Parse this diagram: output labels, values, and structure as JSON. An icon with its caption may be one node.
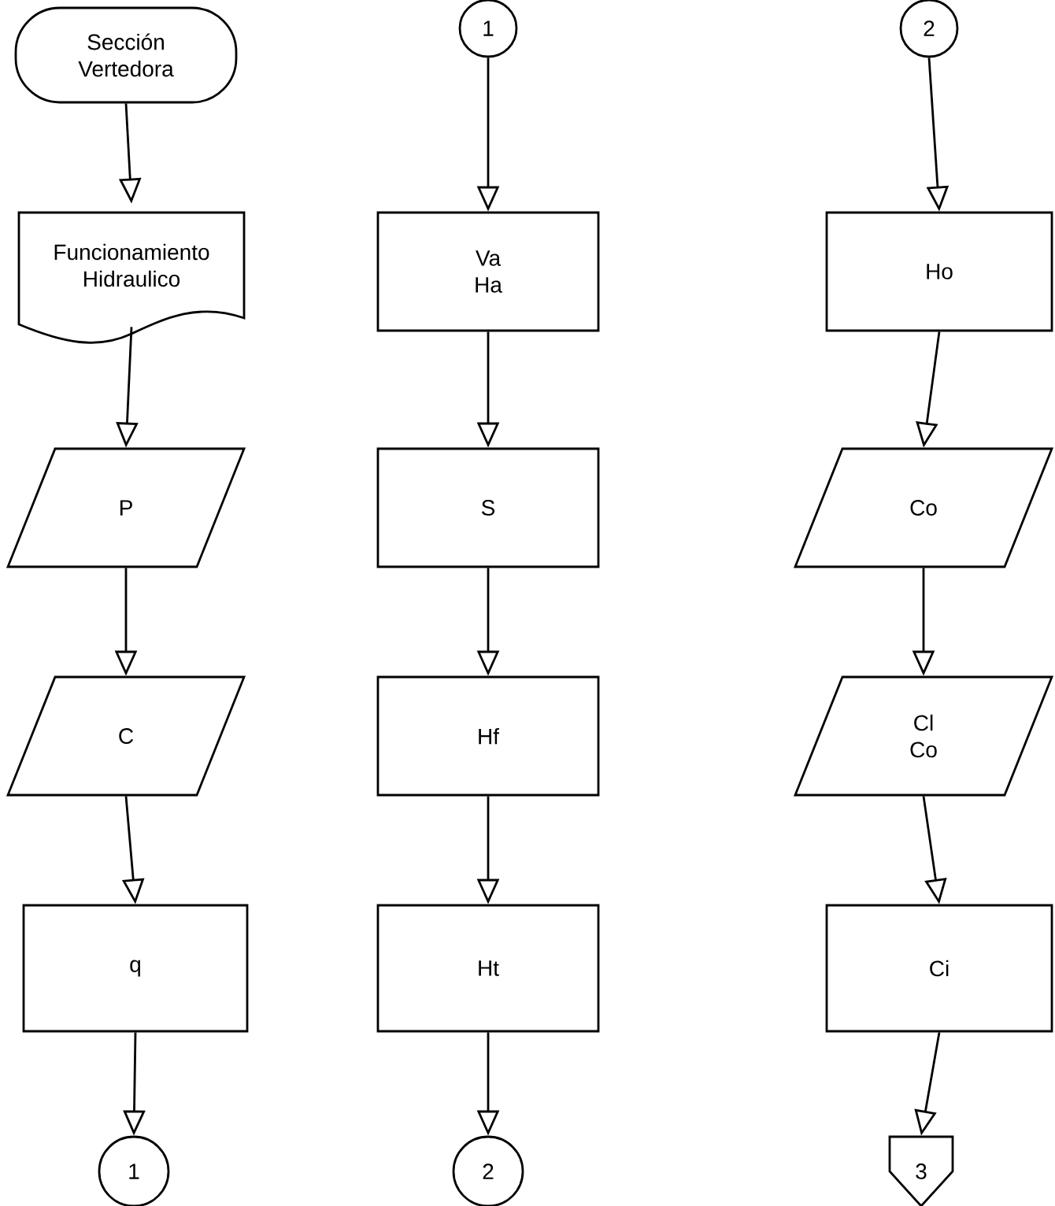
{
  "diagram": {
    "nodes": [
      {
        "text": [
          "Sección Vertedora"
        ]
      },
      {
        "text": [
          "Funcionamiento Hidraulico"
        ]
      },
      {
        "text": [
          "P"
        ]
      },
      {
        "text": [
          "C"
        ]
      },
      {
        "text": [
          "q"
        ]
      },
      {
        "text": [
          "1"
        ]
      },
      {
        "text": [
          "1"
        ]
      },
      {
        "text": [
          "Va Ha"
        ]
      },
      {
        "text": [
          "S"
        ]
      },
      {
        "text": [
          "Hf"
        ]
      },
      {
        "text": [
          "Ht"
        ]
      },
      {
        "text": [
          "2"
        ]
      },
      {
        "text": [
          "2"
        ]
      },
      {
        "text": [
          "Ho"
        ]
      },
      {
        "text": [
          "Co"
        ]
      },
      {
        "text": [
          "Cl Co"
        ]
      },
      {
        "text": [
          "Ci"
        ]
      },
      {
        "text": [
          "3"
        ]
      }
    ],
    "edges": [
      {
        "from": 0,
        "to": 1,
        "arrow": "to"
      },
      {
        "from": 1,
        "to": 2,
        "arrow": "to"
      },
      {
        "from": 2,
        "to": 3,
        "arrow": "to"
      },
      {
        "from": 3,
        "to": 4,
        "arrow": "to"
      },
      {
        "from": 4,
        "to": 5,
        "arrow": "to"
      },
      {
        "from": 6,
        "to": 7,
        "arrow": "to"
      },
      {
        "from": 7,
        "to": 8,
        "arrow": "to"
      },
      {
        "from": 8,
        "to": 9,
        "arrow": "to"
      },
      {
        "from": 9,
        "to": 10,
        "arrow": "to"
      },
      {
        "from": 10,
        "to": 11,
        "arrow": "to"
      },
      {
        "from": 12,
        "to": 13,
        "arrow": "to"
      },
      {
        "from": 13,
        "to": 14,
        "arrow": "to"
      },
      {
        "from": 14,
        "to": 15,
        "arrow": "to"
      },
      {
        "from": 15,
        "to": 16,
        "arrow": "to"
      },
      {
        "from": 16,
        "to": 17,
        "arrow": "to"
      }
    ]
  }
}
